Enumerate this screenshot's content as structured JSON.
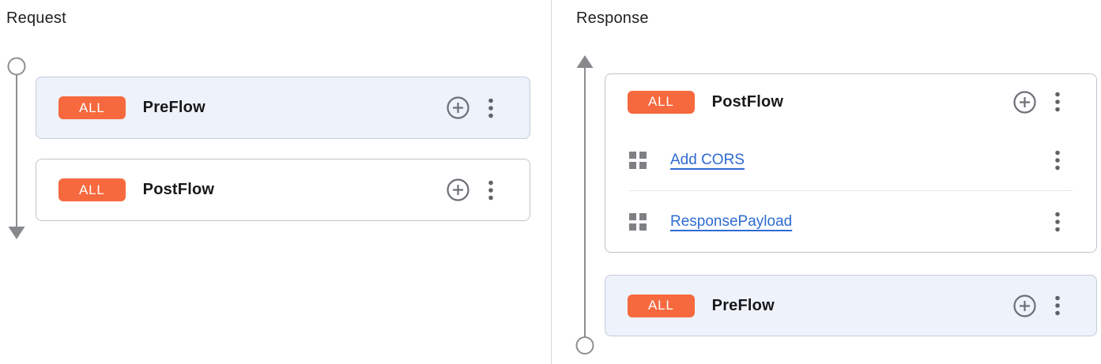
{
  "colors": {
    "accent-orange": "#f6693e",
    "card-highlight-bg": "#eef2fb",
    "link-blue": "#2e6bd3",
    "timeline-gray": "#8d8f93",
    "icon-gray": "#6c7076",
    "kebab-gray": "#606366",
    "text-dark": "#1f2023"
  },
  "icons": {
    "flow_start": "circle-outline-icon",
    "flow_end_down": "arrow-down-icon",
    "flow_end_up": "arrow-up-icon",
    "add": "add-circle-icon",
    "more": "more-vert-icon",
    "policy": "policy-grid-icon"
  },
  "request_panel": {
    "title": "Request",
    "flow_direction": "down",
    "cards": [
      {
        "badge": "ALL",
        "name": "PreFlow",
        "highlighted": true
      },
      {
        "badge": "ALL",
        "name": "PostFlow",
        "highlighted": false
      }
    ]
  },
  "response_panel": {
    "title": "Response",
    "flow_direction": "up",
    "cards": [
      {
        "badge": "ALL",
        "name": "PostFlow",
        "highlighted": false,
        "policies": [
          {
            "label": "Add CORS"
          },
          {
            "label": "ResponsePayload"
          }
        ]
      },
      {
        "badge": "ALL",
        "name": "PreFlow",
        "highlighted": true
      }
    ]
  }
}
